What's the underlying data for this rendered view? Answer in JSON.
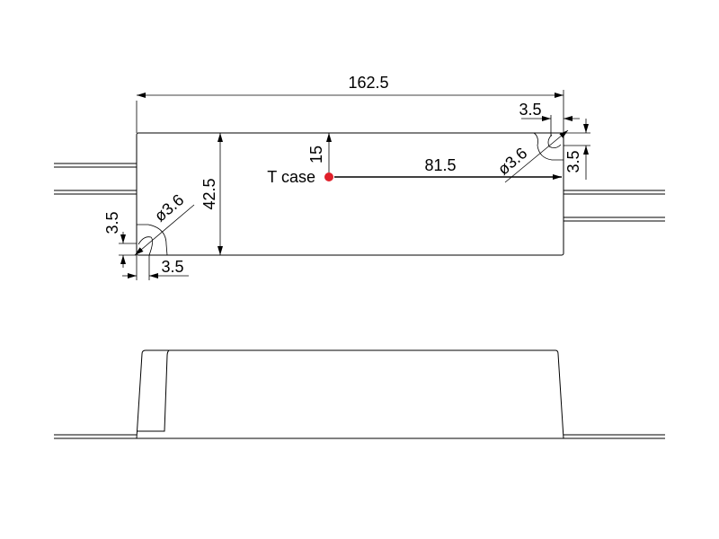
{
  "top_view": {
    "overall_length": "162.5",
    "height": "42.5",
    "tcase_label": "T case",
    "tcase_from_top": "15",
    "tcase_from_right": "81.5",
    "hole_diameter_right": "ø3.6",
    "hole_diameter_left": "ø3.6",
    "hole_offset_x_right": "3.5",
    "hole_offset_y_right": "3.5",
    "hole_offset_x_left": "3.5",
    "hole_offset_y_left": "3.5"
  },
  "colors": {
    "tcase_dot": "#e0202a",
    "line": "#000000"
  }
}
